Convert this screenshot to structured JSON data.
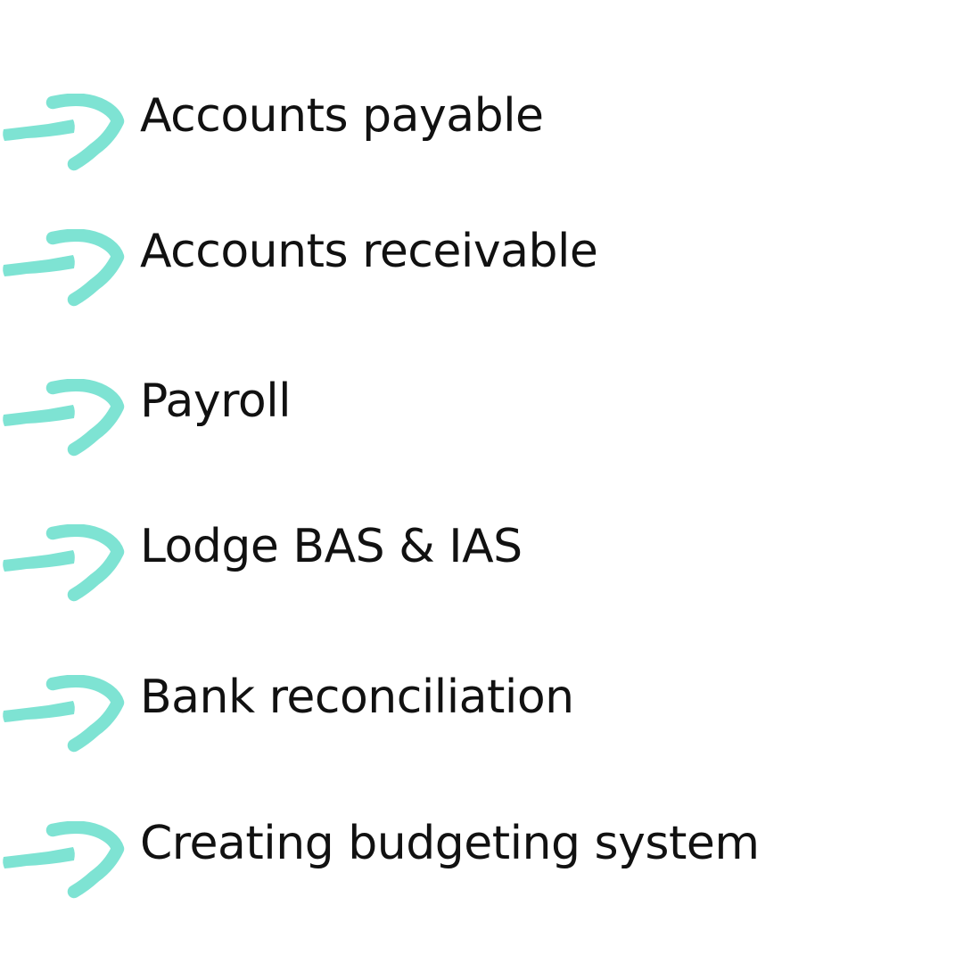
{
  "theme": {
    "accent": "#7EE3D3",
    "text": "#111111",
    "background": "#FFFFFF"
  },
  "list": {
    "items": [
      {
        "label": "Accounts payable"
      },
      {
        "label": "Accounts receivable"
      },
      {
        "label": "Payroll"
      },
      {
        "label": "Lodge BAS & IAS"
      },
      {
        "label": "Bank reconciliation"
      },
      {
        "label": "Creating budgeting system"
      }
    ]
  }
}
